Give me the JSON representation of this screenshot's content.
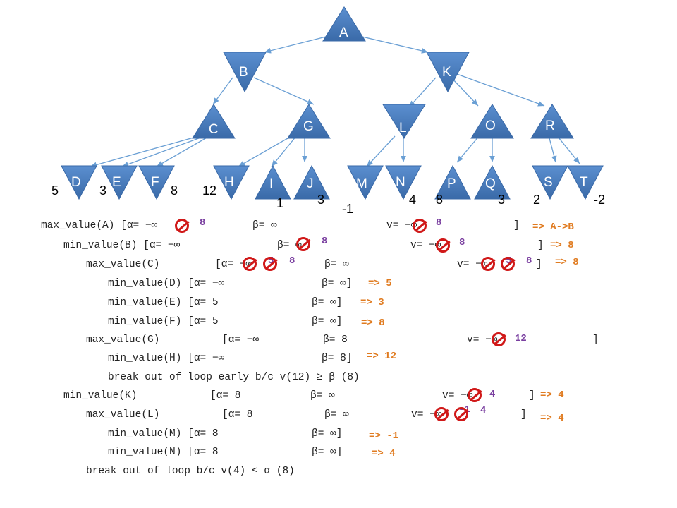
{
  "tree": {
    "nodes": {
      "A": "A",
      "B": "B",
      "K": "K",
      "C": "C",
      "G": "G",
      "L": "L",
      "O": "O",
      "R": "R",
      "D": "D",
      "E": "E",
      "F": "F",
      "H": "H",
      "I": "I",
      "J": "J",
      "M": "M",
      "N": "N",
      "P": "P",
      "Q": "Q",
      "S": "S",
      "T": "T"
    },
    "leaf_values": {
      "D": "5",
      "E": "3",
      "F": "8",
      "H": "12",
      "I": "1",
      "J": "3",
      "M": "-1",
      "N": "4",
      "P": "8",
      "Q": "3",
      "S": "2",
      "T": "-2"
    }
  },
  "trace": {
    "l1": "max_value(A) [α= −∞",
    "l1_beta": "β= ∞",
    "l1_v": "v= −∞",
    "l1_close": "]",
    "l1_alpha_new": "8",
    "l1_v_new": "8",
    "l1_result": "=> A->B",
    "l2": "min_value(B) [α= −∞",
    "l2_beta": "β= ∞",
    "l2_beta_new": "8",
    "l2_v": "v= −∞",
    "l2_v_new": "8",
    "l2_close": "]",
    "l2_result": "=> 8",
    "l3": "max_value(C)",
    "l3_alpha": "[α= −∞",
    "l3_alpha_new1": "5",
    "l3_alpha_new2": "8",
    "l3_beta": "β= ∞",
    "l3_v": "v= −∞",
    "l3_v_new1": "5",
    "l3_v_new2": "8",
    "l3_close": "]",
    "l3_result": "=> 8",
    "l4": "min_value(D) [α= −∞",
    "l4_beta": "β= ∞]",
    "l4_result": "=> 5",
    "l5": "min_value(E) [α= 5",
    "l5_beta": "β= ∞]",
    "l5_result": "=> 3",
    "l6": "min_value(F) [α= 5",
    "l6_beta": "β= ∞]",
    "l6_result": "=> 8",
    "l7": "max_value(G)",
    "l7_alpha": "[α= −∞",
    "l7_beta": "β= 8",
    "l7_v": "v= −∞",
    "l7_v_new": "12",
    "l7_close": "]",
    "l8": "min_value(H) [α= −∞",
    "l8_beta": "β= 8]",
    "l8_result": "=> 12",
    "l9": "break out of loop early b/c v(12) ≥ β (8)",
    "l10": "min_value(K)",
    "l10_alpha": "[α= 8",
    "l10_beta": "β= ∞",
    "l10_v": "v= −∞",
    "l10_v_new": "4",
    "l10_close": "]",
    "l10_result": "=> 4",
    "l11": "max_value(L)",
    "l11_alpha": "[α= 8",
    "l11_beta": "β= ∞",
    "l11_v": "v= −∞",
    "l11_v_new1": "-1",
    "l11_v_new2": "4",
    "l11_close": "]",
    "l11_result": "=> 4",
    "l12": "min_value(M) [α= 8",
    "l12_beta": "β= ∞]",
    "l12_result": "=> -1",
    "l13": "min_value(N) [α= 8",
    "l13_beta": "β= ∞]",
    "l13_result": "=> 4",
    "l14": "break out of loop b/c v(4) ≤ α (8)"
  },
  "colors": {
    "node_fill": "#4a7ebb",
    "edge": "#6a9fd4",
    "result": "#e07b20",
    "update": "#7a3fa0",
    "strike": "#d01818"
  }
}
